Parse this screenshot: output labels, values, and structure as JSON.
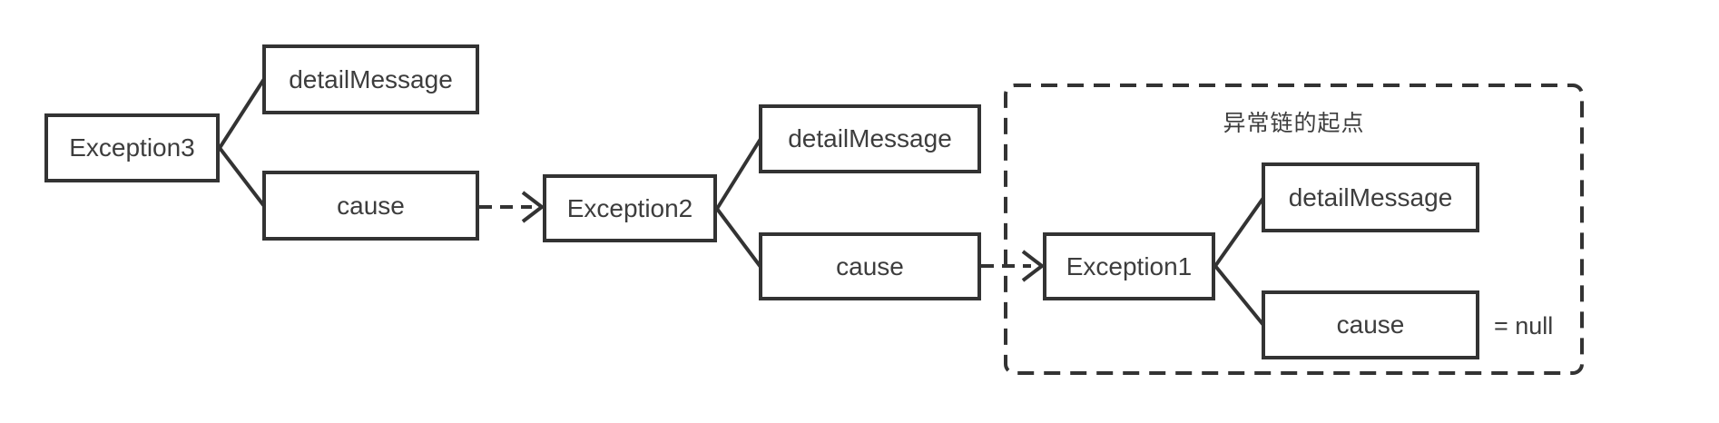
{
  "diagram": {
    "background": "#ffffff",
    "line_color": "#333333",
    "text_color": "#3d3d3d"
  },
  "chain": {
    "exception3": {
      "label": "Exception3",
      "fields": {
        "detail_message": "detailMessage",
        "cause": "cause"
      }
    },
    "exception2": {
      "label": "Exception2",
      "fields": {
        "detail_message": "detailMessage",
        "cause": "cause"
      }
    },
    "exception1": {
      "label": "Exception1",
      "fields": {
        "detail_message": "detailMessage",
        "cause": "cause"
      },
      "cause_value": "= null"
    }
  },
  "origin_container": {
    "label": "异常链的起点"
  }
}
